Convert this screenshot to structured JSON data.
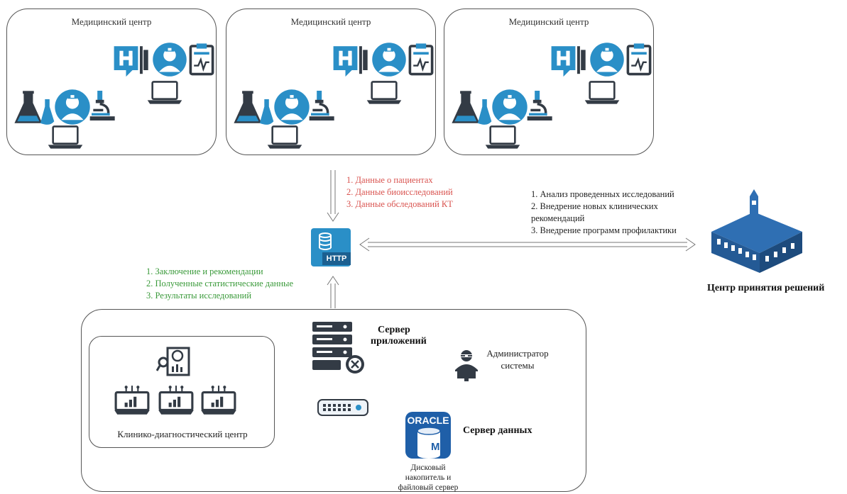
{
  "medical_centers": [
    {
      "title": "Медицинский центр"
    },
    {
      "title": "Медицинский центр"
    },
    {
      "title": "Медицинский центр"
    }
  ],
  "flows": {
    "to_http": [
      "1. Данные о пациентах",
      "2. Данные биоисследований",
      "3. Данные обследований КТ"
    ],
    "from_http": [
      "1. Заключение и рекомендации",
      "2. Полученные статистические данные",
      "3. Результаты исследований"
    ],
    "decision": [
      "1. Анализ проведенных исследований",
      "2. Внедрение новых клинических",
      "рекомендаций",
      "3. Внедрение программ профилактики"
    ]
  },
  "http_badge": "HTTP",
  "decision_center": {
    "label": "Центр принятия решений"
  },
  "server_app": {
    "line1": "Сервер",
    "line2": "приложений"
  },
  "admin": {
    "line1": "Администратор",
    "line2": "системы"
  },
  "clinic": {
    "label": "Клинико-диагностический центр"
  },
  "data_server": {
    "label": "Сервер данных"
  },
  "oracle": {
    "title": "ORACLE",
    "letter": "M"
  },
  "storage": {
    "line1": "Дисковый",
    "line2": "накопитель и",
    "line3": "файловый сервер"
  },
  "colors": {
    "icon_dark": "#333b45",
    "icon_blue": "#2a8fc7",
    "oracle_blue": "#1f5fa8",
    "red_text": "#d9534f",
    "green_text": "#3a9a3a",
    "building": "#2f6fb3"
  }
}
